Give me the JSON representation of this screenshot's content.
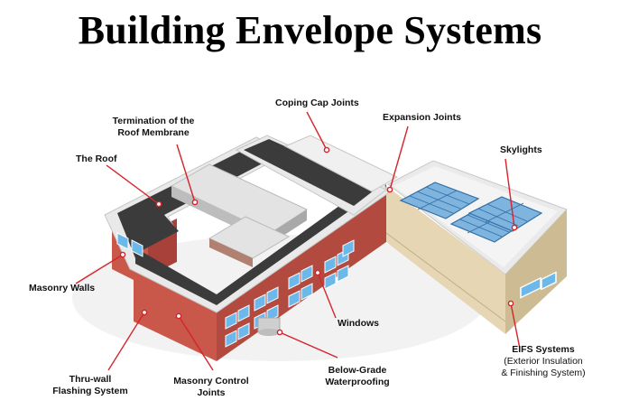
{
  "title": "Building Envelope Systems",
  "colors": {
    "callout_line": "#d6242b",
    "callout_dot": "#ffffff",
    "roof_membrane": "#3b3b3b",
    "roof_edge": "#e9e9e9",
    "brick_front": "#c9574a",
    "brick_side": "#a8413a",
    "eifs_front": "#e6d6b4",
    "eifs_side": "#cdbb93",
    "window_glass": "#6db8ea",
    "skylight_glass": "#7fb4de"
  },
  "labels": {
    "coping": "Coping Cap Joints",
    "expansion": "Expansion Joints",
    "termination_1": "Termination of the",
    "termination_2": "Roof Membrane",
    "roof": "The Roof",
    "skylights": "Skylights",
    "masonry_walls": "Masonry Walls",
    "windows": "Windows",
    "eifs_title": "EIFS Systems",
    "eifs_sub_1": "(Exterior Insulation",
    "eifs_sub_2": "& Finishing System)",
    "below_1": "Below-Grade",
    "below_2": "Waterproofing",
    "masonry_control_1": "Masonry Control",
    "masonry_control_2": "Joints",
    "thru_wall_1": "Thru-wall",
    "thru_wall_2": "Flashing System"
  }
}
